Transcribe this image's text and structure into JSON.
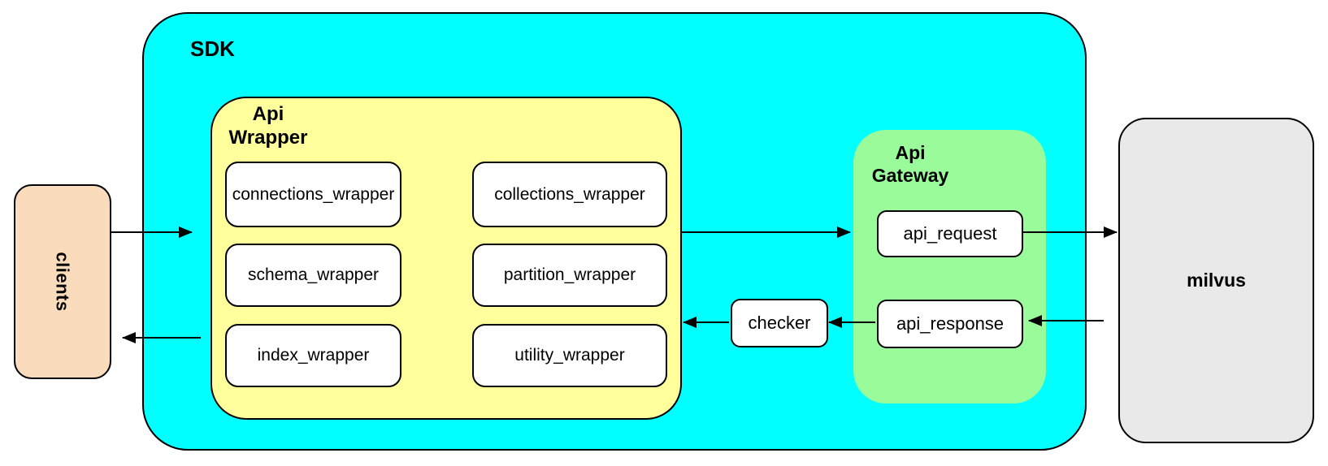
{
  "palette": {
    "cyan": "#00FFFF",
    "yellow": "#FFFF9C",
    "green": "#9AFB9A",
    "peach": "#FADCBC",
    "gray": "#E9E9E9",
    "node_fill": "#FFFFFF",
    "stroke": "#000000"
  },
  "nodes": {
    "clients": {
      "label": "clients"
    },
    "sdk": {
      "label": "SDK"
    },
    "api_wrapper": {
      "label": "Api\nWrapper",
      "boxes": [
        "connections_wrapper",
        "collections_wrapper",
        "schema_wrapper",
        "partition_wrapper",
        "index_wrapper",
        "utility_wrapper"
      ]
    },
    "checker": {
      "label": "checker"
    },
    "api_gateway": {
      "label": "Api\nGateway",
      "boxes": [
        "api_request",
        "api_response"
      ]
    },
    "milvus": {
      "label": "milvus"
    }
  },
  "arrows": [
    {
      "from": "clients",
      "to": "api_wrapper"
    },
    {
      "from": "api_wrapper",
      "to": "clients"
    },
    {
      "from": "api_wrapper",
      "to": "api_gateway"
    },
    {
      "from": "api_request",
      "to": "milvus"
    },
    {
      "from": "milvus",
      "to": "api_response"
    },
    {
      "from": "api_response",
      "to": "checker"
    },
    {
      "from": "checker",
      "to": "api_wrapper"
    }
  ]
}
